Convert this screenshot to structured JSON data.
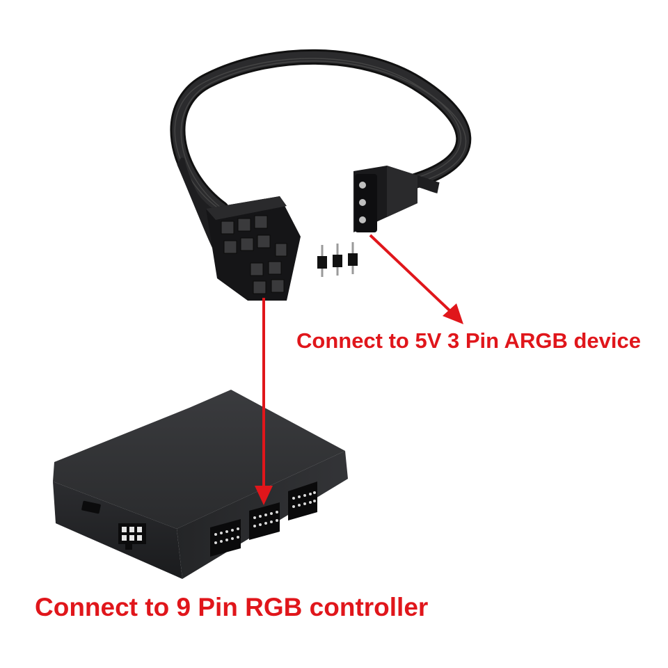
{
  "captions": {
    "argb_device": "Connect to 5V 3 Pin ARGB device",
    "rgb_controller": "Connect to 9 Pin RGB controller"
  },
  "colors": {
    "background": "#ffffff",
    "annotation_red": "#e0161b",
    "cable_black": "#1c1c1e",
    "hub_body": "#2e2f31",
    "hub_face": "#222325"
  },
  "objects": {
    "cable": "black 4-wire cable",
    "connector_9pin": "9-pin female header connector",
    "connector_3pin": "3-pin ARGB female connector",
    "adapter_pins": "3-pin male adapter pins",
    "hub": "RGB hub box with header ports"
  }
}
